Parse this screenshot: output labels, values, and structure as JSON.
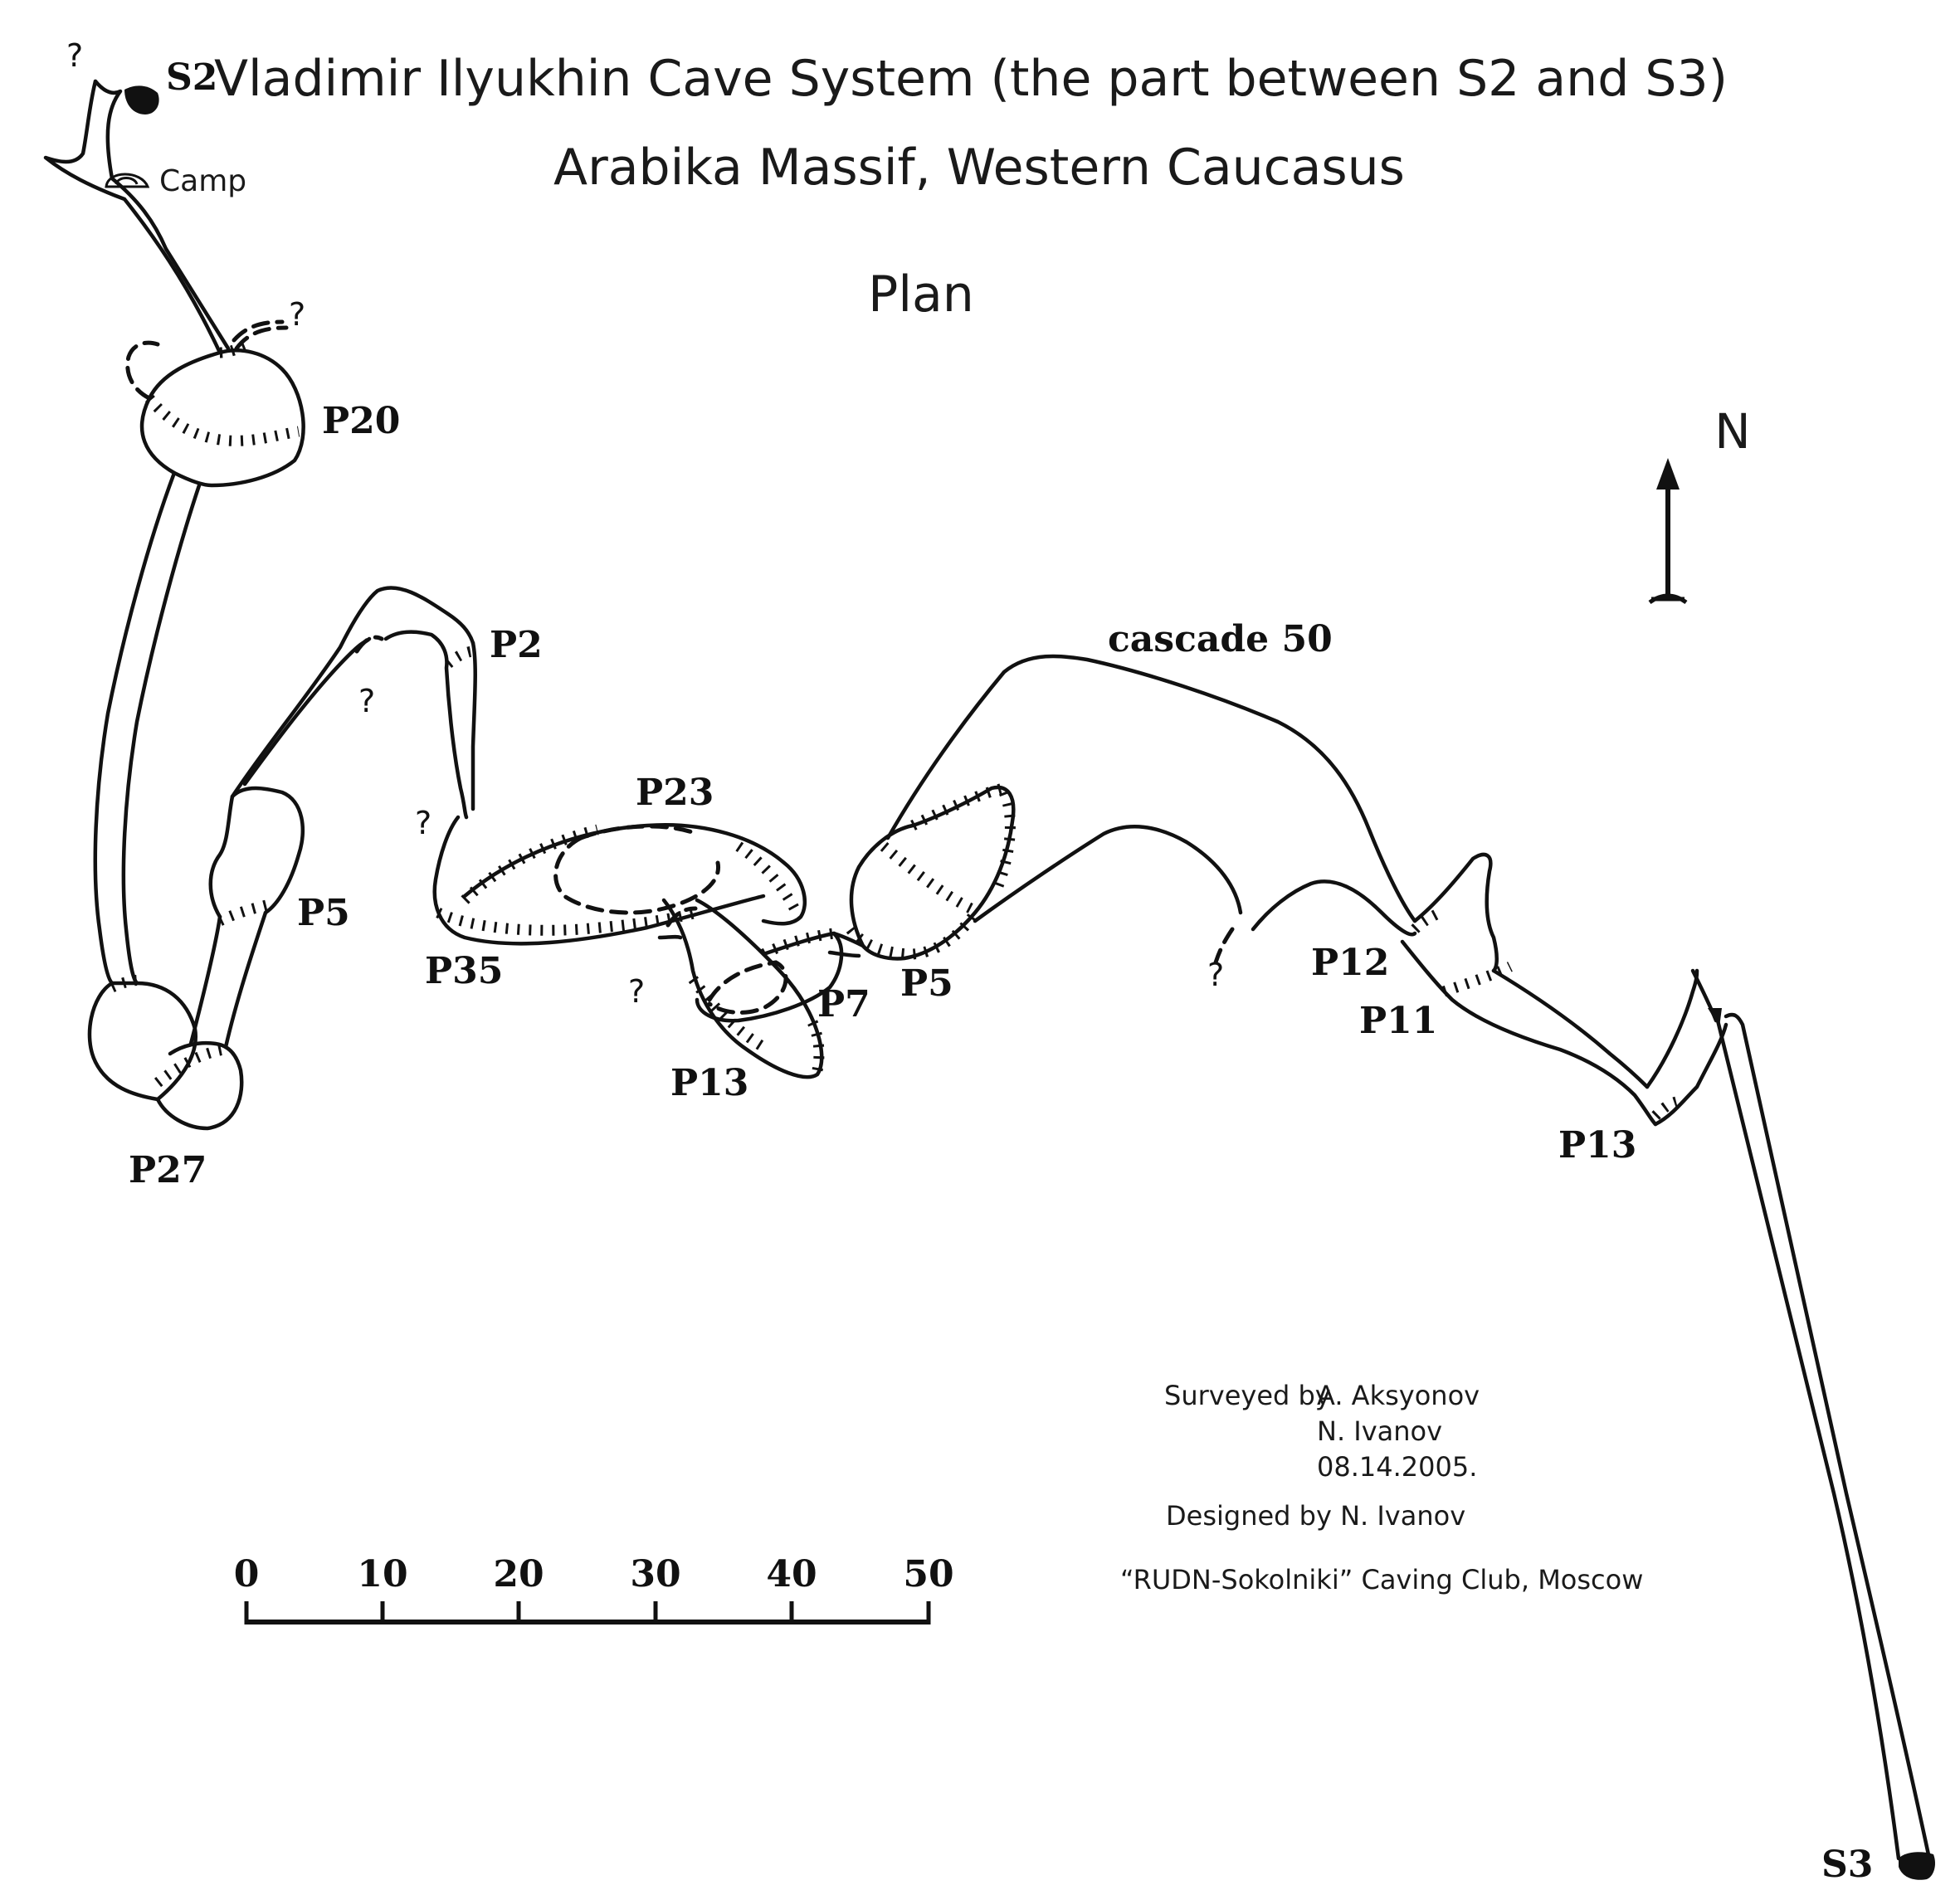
{
  "header": {
    "title": "Vladimir Ilyukhin Cave System (the part between S2 and S3)",
    "subtitle": "Arabika Massif, Western Caucasus",
    "view": "Plan"
  },
  "north_arrow": {
    "label": "N"
  },
  "labels": {
    "s2": "S2",
    "s3": "S3",
    "camp": "Camp",
    "p20": "P20",
    "p2": "P2",
    "p5_left": "P5",
    "p27": "P27",
    "p35": "P35",
    "p23": "P23",
    "p7": "P7",
    "p13_mid": "P13",
    "p5_mid": "P5",
    "cascade": "cascade 50",
    "p12": "P12",
    "p11": "P11",
    "p13_right": "P13",
    "question": "?"
  },
  "credits": {
    "surveyed_label": "Surveyed by",
    "surveyor_1": "A. Aksyonov",
    "surveyor_2": "N. Ivanov",
    "date": "08.14.2005.",
    "designed": "Designed by N. Ivanov",
    "club": "“RUDN-Sokolniki” Caving Club, Moscow"
  },
  "scale_bar": {
    "ticks": [
      "0",
      "10",
      "20",
      "30",
      "40",
      "50"
    ]
  },
  "colors": {
    "ink": "#111111",
    "paper": "#ffffff"
  }
}
